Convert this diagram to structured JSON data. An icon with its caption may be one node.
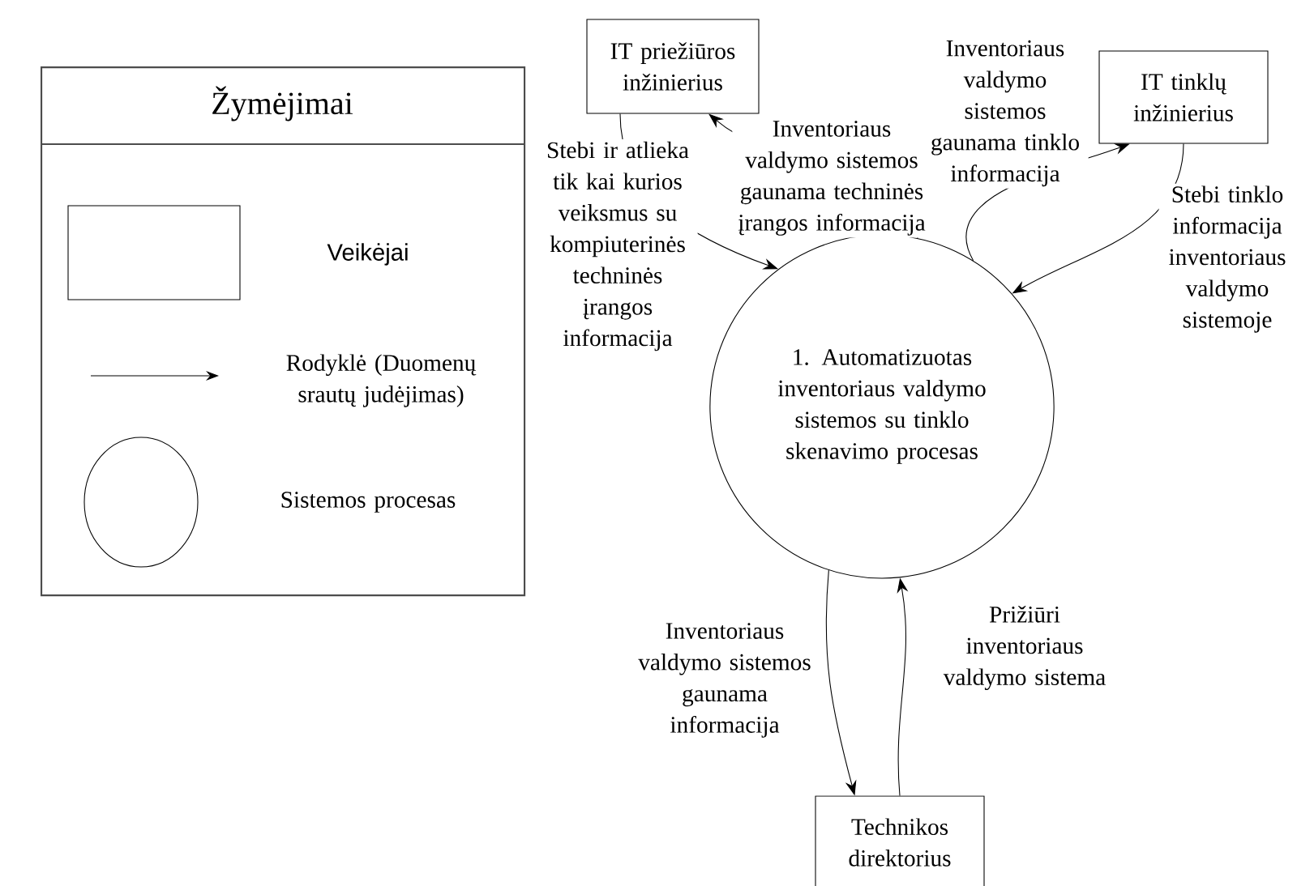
{
  "diagram": {
    "nodes": [
      {
        "text": [
          "Žymėjimai"
        ]
      },
      {
        "text": [
          "IT priežiūros inžinierius"
        ]
      },
      {
        "text": [
          "IT tinklų inžinierius"
        ]
      },
      {
        "text": [
          "1. Automatizuotas inventoriaus valdymo sistemos su tinklo skenavimo procesas"
        ]
      },
      {
        "text": [
          "Technikos direktorius"
        ]
      }
    ],
    "edges": [
      {
        "from": 1,
        "to": 3,
        "arrow": "to",
        "label": "Stebi ir atlieka tik kai kurios veiksmus su kompiuterinės techninės įrangos informacija"
      },
      {
        "from": 3,
        "to": 1,
        "arrow": "to",
        "label": "Inventoriaus valdymo sistemos gaunama techninės įrangos informacija"
      },
      {
        "from": 3,
        "to": 2,
        "arrow": "to",
        "label": "Inventoriaus valdymo sistemos gaunama tinklo informacija"
      },
      {
        "from": 2,
        "to": 3,
        "arrow": "to",
        "label": "Stebi tinklo informacija inventoriaus valdymo sistemoje"
      },
      {
        "from": 3,
        "to": 4,
        "arrow": "to",
        "label": "Inventoriaus valdymo sistemos gaunama informacija"
      },
      {
        "from": 4,
        "to": 3,
        "arrow": "to",
        "label": "Prižiūri inventoriaus valdymo sistema"
      }
    ],
    "legend": [
      {
        "text": "Veikėjai"
      },
      {
        "text": "Rodyklė (Duomenų srautų judėjimas)"
      },
      {
        "text": "Sistemos procesas"
      }
    ]
  }
}
